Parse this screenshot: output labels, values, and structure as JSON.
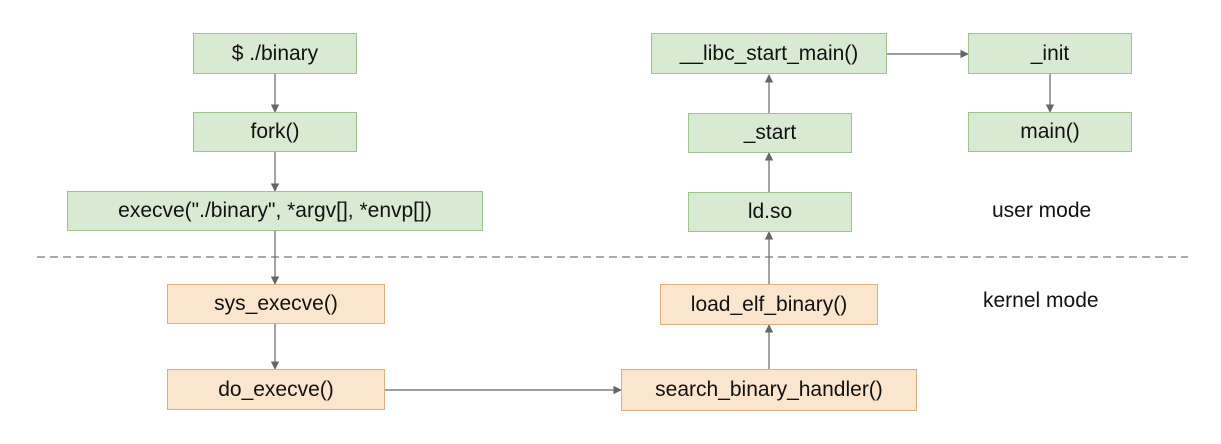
{
  "colors": {
    "user_fill": "#d9ead3",
    "user_border": "#9fc38f",
    "kernel_fill": "#fce5cd",
    "kernel_border": "#e2ad7c",
    "edge": "#666666"
  },
  "user_nodes": {
    "binary": "$ ./binary",
    "fork": "fork()",
    "execve": "execve(\"./binary\", *argv[], *envp[])",
    "ldso": "ld.so",
    "start": "_start",
    "libc_start_main": "__libc_start_main()",
    "init": "_init",
    "main": "main()"
  },
  "kernel_nodes": {
    "sys_execve": "sys_execve()",
    "do_execve": "do_execve()",
    "search_binary_handler": "search_binary_handler()",
    "load_elf_binary": "load_elf_binary()"
  },
  "mode_labels": {
    "user": "user mode",
    "kernel": "kernel mode"
  }
}
